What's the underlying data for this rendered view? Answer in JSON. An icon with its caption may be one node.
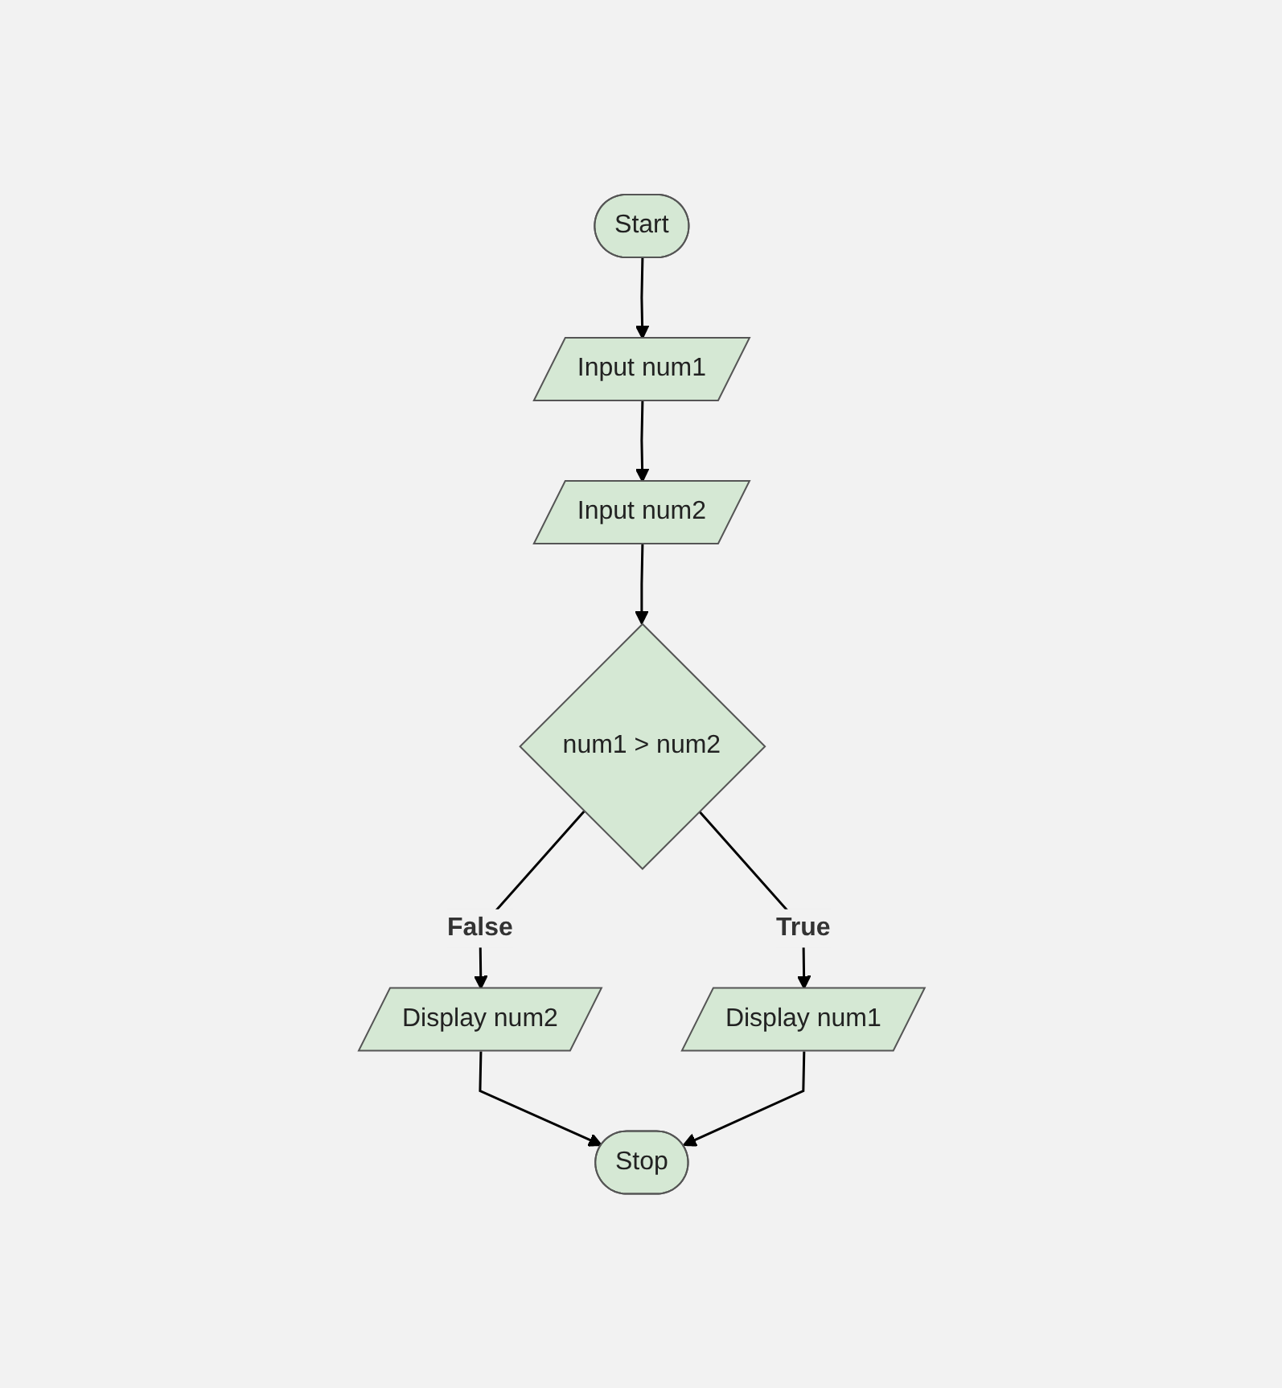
{
  "diagram": {
    "nodes": [
      {
        "text": [
          "Start"
        ]
      },
      {
        "text": [
          "Input num1"
        ]
      },
      {
        "text": [
          "Input num2"
        ]
      },
      {
        "text": [
          "num1 > num2"
        ]
      },
      {
        "text": [
          "Display num2"
        ]
      },
      {
        "text": [
          "Display num1"
        ]
      },
      {
        "text": [
          "Stop"
        ]
      }
    ],
    "edges": [
      {
        "from": 0,
        "to": 1,
        "arrow": "to"
      },
      {
        "from": 1,
        "to": 2,
        "arrow": "to"
      },
      {
        "from": 2,
        "to": 3,
        "arrow": "to"
      },
      {
        "from": 3,
        "to": 4,
        "arrow": "to",
        "label": "False"
      },
      {
        "from": 3,
        "to": 5,
        "arrow": "to",
        "label": "True"
      },
      {
        "from": 4,
        "to": 6,
        "arrow": "to"
      },
      {
        "from": 5,
        "to": 6,
        "arrow": "to"
      }
    ]
  }
}
